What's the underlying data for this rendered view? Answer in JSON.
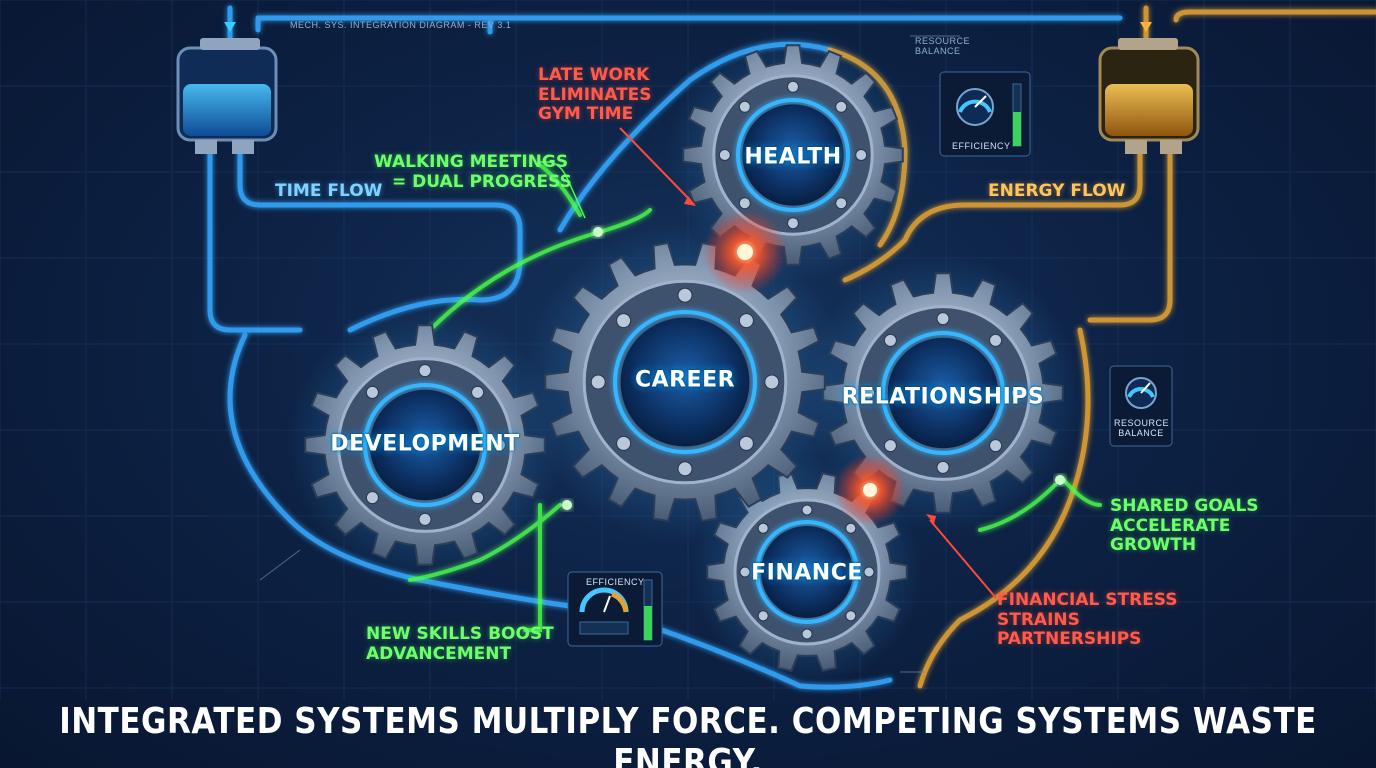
{
  "header": {
    "revision_note": "MECH. SYS. INTEGRATION DIAGRAM - REV 3.1"
  },
  "gears": {
    "health": "HEALTH",
    "career": "CAREER",
    "relationships": "RELATIONSHIPS",
    "development": "DEVELOPMENT",
    "finance": "FINANCE"
  },
  "flows": {
    "time": "TIME FLOW",
    "energy": "ENERGY FLOW"
  },
  "annotations": {
    "late_work": [
      "LATE WORK",
      "ELIMINATES",
      "GYM TIME"
    ],
    "walking_meetings": [
      "WALKING MEETINGS",
      "= DUAL PROGRESS"
    ],
    "shared_goals": [
      "SHARED GOALS",
      "ACCELERATE",
      "GROWTH"
    ],
    "financial_stress": [
      "FINANCIAL STRESS",
      "STRAINS",
      "PARTNERSHIPS"
    ],
    "new_skills": [
      "NEW SKILLS BOOST",
      "ADVANCEMENT"
    ]
  },
  "gauges": {
    "top": {
      "title": "EFFICIENCY",
      "header": "RESOURCE BALANCE"
    },
    "right": {
      "title": "RESOURCE BALANCE"
    },
    "bottom": {
      "title": "EFFICIENCY"
    }
  },
  "footer": "INTEGRATED SYSTEMS MULTIPLY FORCE. COMPETING SYSTEMS WASTE ENERGY.",
  "colors": {
    "time": "#35a8ff",
    "energy": "#e2a232",
    "synergy": "#4cff4c",
    "conflict": "#ff4a3a",
    "background": "#0b1a33"
  }
}
